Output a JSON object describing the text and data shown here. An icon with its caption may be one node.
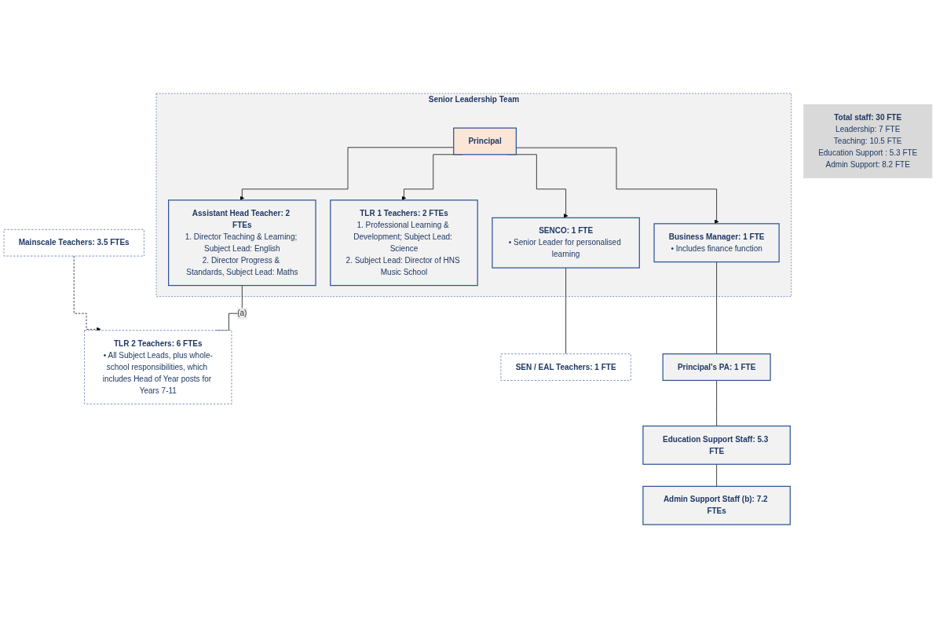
{
  "diagram": {
    "nodes": [
      {
        "text": [
          "Senior Leadership Team"
        ]
      },
      {
        "text": [
          "Principal"
        ],
        "in": 0
      },
      {
        "text": [
          "Assistant Head Teacher: 2 FTEs",
          "1. Director Teaching & Learning; Subject Lead: English",
          "2. Director Progress & Standards, Subject Lead: Maths"
        ],
        "in": 0
      },
      {
        "text": [
          "TLR 1 Teachers: 2 FTEs",
          "1. Professional Learning & Development; Subject Lead: Science",
          "2. Subject Lead: Director of HNS Music School"
        ],
        "in": 0
      },
      {
        "text": [
          "SENCO: 1 FTE",
          "• Senior Leader for personalised learning"
        ],
        "in": 0
      },
      {
        "text": [
          "Business Manager: 1 FTE",
          "• Includes finance function"
        ],
        "in": 0
      },
      {
        "text": [
          "TLR 2 Teachers: 6 FTEs",
          "• All Subject Leads, plus whole-school responsibilities, which includes Head of Year posts for Years 7-11"
        ]
      },
      {
        "text": [
          "Mainscale Teachers: 3.5 FTEs"
        ]
      },
      {
        "text": [
          "SEN / EAL Teachers: 1 FTE"
        ]
      },
      {
        "text": [
          "Principal’s PA: 1 FTE"
        ]
      },
      {
        "text": [
          "Education Support Staff: 5.3 FTE"
        ]
      },
      {
        "text": [
          "Admin Support Staff (b): 7.2 FTEs"
        ]
      },
      {
        "text": [
          "Total staff: 30 FTE",
          "Leadership: 7 FTE",
          "Teaching: 10.5 FTE",
          "Education Support : 5.3 FTE",
          "Admin Support: 8.2 FTE"
        ]
      }
    ],
    "edges": [
      {
        "from": 1,
        "to": 2,
        "arrow": "to"
      },
      {
        "from": 1,
        "to": 3,
        "arrow": "to"
      },
      {
        "from": 1,
        "to": 4,
        "arrow": "to"
      },
      {
        "from": 1,
        "to": 5,
        "arrow": "to"
      },
      {
        "from": 2,
        "to": 6,
        "arrow": "none",
        "label": "(a)"
      },
      {
        "from": 7,
        "to": 6,
        "arrow": "to",
        "style": "dashed"
      },
      {
        "from": 4,
        "to": 8,
        "arrow": "none"
      },
      {
        "from": 5,
        "to": 9,
        "arrow": "none"
      },
      {
        "from": 9,
        "to": 10,
        "arrow": "none"
      },
      {
        "from": 10,
        "to": 11,
        "arrow": "none"
      }
    ]
  }
}
